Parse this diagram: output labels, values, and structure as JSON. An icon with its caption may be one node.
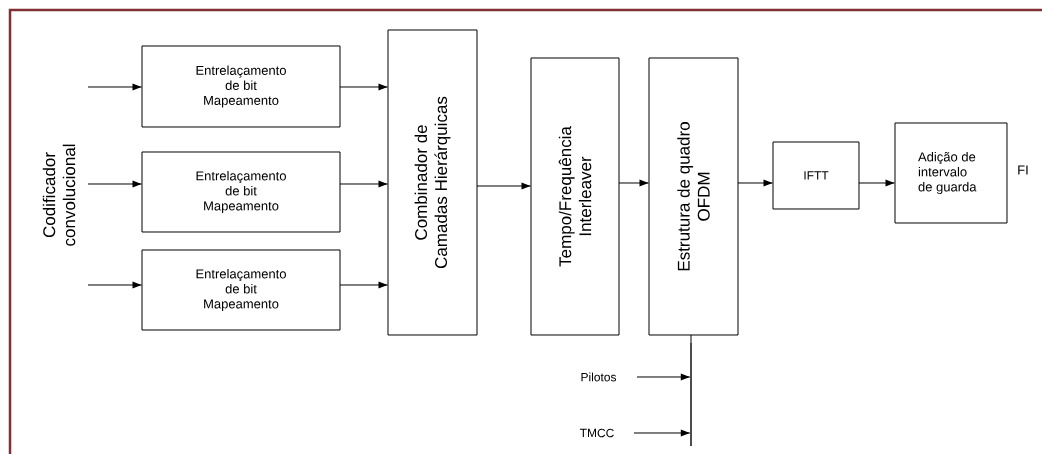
{
  "diagram": {
    "nodes": [
      {
        "text": [
          "Codificador convolucional"
        ]
      },
      {
        "text": [
          "Entrelaçamento de bit Mapeamento"
        ]
      },
      {
        "text": [
          "Entrelaçamento de bit Mapeamento"
        ]
      },
      {
        "text": [
          "Entrelaçamento de bit Mapeamento"
        ]
      },
      {
        "text": [
          "Combinador de Camadas Hierárquicas"
        ]
      },
      {
        "text": [
          "Tempo/Frequência Interleaver"
        ]
      },
      {
        "text": [
          "Estrutura de quadro OFDM"
        ]
      },
      {
        "text": [
          "IFTT"
        ]
      },
      {
        "text": [
          "Adição de intervalo de guarda"
        ],
        "beside": [
          "FI"
        ]
      },
      {
        "text": [
          "Pilotos"
        ]
      },
      {
        "text": [
          "TMCC"
        ]
      },
      {
        "text": [],
        "shape": "bar"
      }
    ],
    "edges": [
      {
        "from": 0,
        "to": 1,
        "arrow": "to"
      },
      {
        "from": 0,
        "to": 2,
        "arrow": "to"
      },
      {
        "from": 0,
        "to": 3,
        "arrow": "to"
      },
      {
        "from": 1,
        "to": 4,
        "arrow": "to"
      },
      {
        "from": 2,
        "to": 4,
        "arrow": "to"
      },
      {
        "from": 3,
        "to": 4,
        "arrow": "to"
      },
      {
        "from": 4,
        "to": 5,
        "arrow": "to"
      },
      {
        "from": 5,
        "to": 6,
        "arrow": "to"
      },
      {
        "from": 6,
        "to": 7,
        "arrow": "to"
      },
      {
        "from": 7,
        "to": 8,
        "arrow": "to"
      },
      {
        "from": 9,
        "to": 11,
        "arrow": "to"
      },
      {
        "from": 10,
        "to": 11,
        "arrow": "to"
      },
      {
        "from": 11,
        "to": 6,
        "arrow": "none"
      }
    ]
  }
}
